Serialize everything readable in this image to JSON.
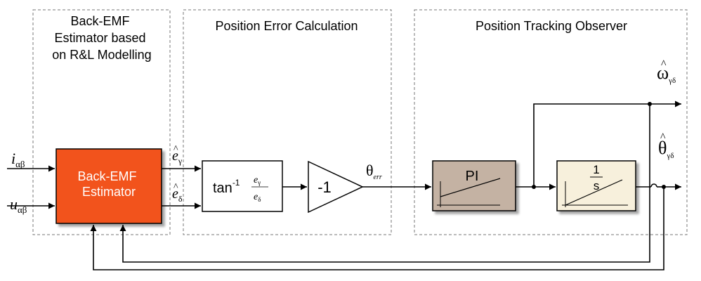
{
  "sections": {
    "bemf": {
      "title_lines": [
        "Back-EMF",
        "Estimator based",
        "on R&L Modelling"
      ]
    },
    "position_error": {
      "title": "Position Error Calculation"
    },
    "observer": {
      "title": "Position Tracking Observer"
    }
  },
  "inputs": {
    "current": {
      "base": "i",
      "sub": "αβ"
    },
    "voltage": {
      "base": "u",
      "sub": "αβ"
    }
  },
  "blocks": {
    "bemf_estimator": {
      "lines": [
        "Back-EMF",
        "Estimator"
      ],
      "fill": "#f2521c"
    },
    "arctan": {
      "func": "tan",
      "sup": "-1",
      "num_base": "e",
      "num_sub": "γ",
      "den_base": "e",
      "den_sub": "δ"
    },
    "gain": {
      "label": "-1"
    },
    "pi": {
      "label": "PI",
      "fill": "#c4b2a3"
    },
    "integrator": {
      "num": "1",
      "den": "s",
      "fill": "#f7f0dc"
    }
  },
  "signals": {
    "e_gamma": {
      "base": "e",
      "hat": "^",
      "sub": "γ"
    },
    "e_delta": {
      "base": "e",
      "hat": "^",
      "sub": "δ"
    },
    "theta_err": {
      "base": "θ",
      "sub": "err"
    },
    "omega_hat": {
      "base": "ω",
      "hat": "^",
      "sub": "γδ"
    },
    "theta_hat": {
      "base": "θ",
      "hat": "^",
      "sub": "γδ"
    }
  }
}
